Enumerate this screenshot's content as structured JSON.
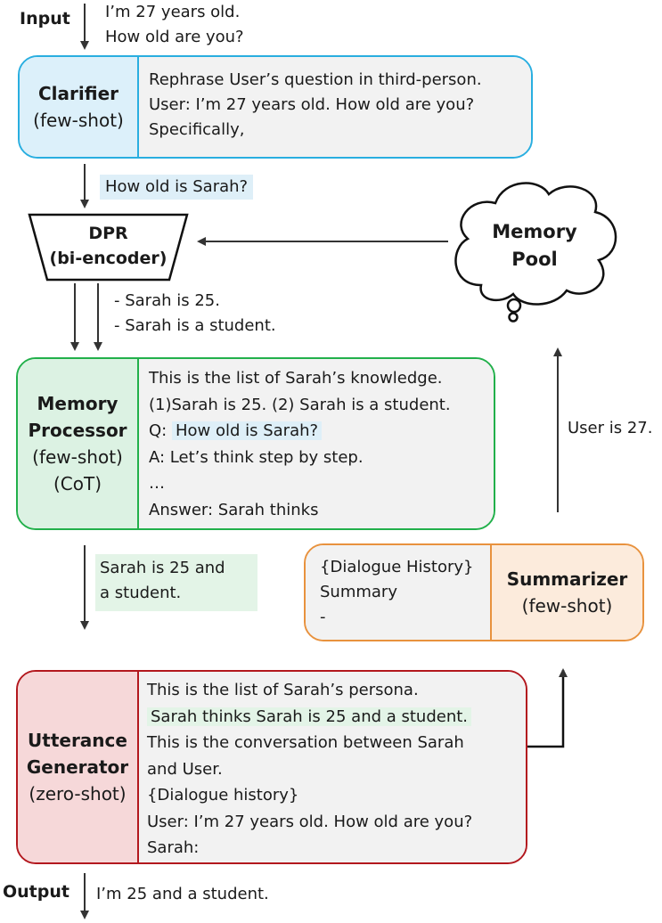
{
  "input": {
    "label": "Input",
    "lines": [
      "I’m 27 years old.",
      "How old are you?"
    ]
  },
  "clarifier": {
    "title": "Clarifier",
    "subtitle": "(few-shot)",
    "prompt": [
      "Rephrase User’s question in third-person.",
      "User:  I’m 27 years old. How old are you?",
      "Specifically,"
    ],
    "colors": {
      "border": "#29aee0",
      "fill": "#dcf0fa"
    }
  },
  "query": "How old is Sarah?",
  "dpr": {
    "title": "DPR",
    "subtitle": "(bi-encoder)"
  },
  "memory_pool": {
    "line1": "Memory",
    "line2": "Pool"
  },
  "retrieved": [
    "- Sarah is 25.",
    "- Sarah is a student."
  ],
  "memory_processor": {
    "title1": "Memory",
    "title2": "Processor",
    "subtitle1": "(few-shot)",
    "subtitle2": "(CoT)",
    "prompt": {
      "line1": "This is the list of Sarah’s knowledge.",
      "line2": "(1)Sarah is 25. (2) Sarah is a student.",
      "line3_prefix": "Q: ",
      "line3_highlight": "How old is Sarah?",
      "line4": "A: Let’s think step by step.",
      "line5": "…",
      "line6": "Answer: Sarah thinks"
    },
    "colors": {
      "border": "#22b04b",
      "fill": "#dcf2e3"
    }
  },
  "processed": [
    "Sarah is 25 and",
    "a student."
  ],
  "user_fact": "User is 27.",
  "summarizer": {
    "title": "Summarizer",
    "subtitle": "(few-shot)",
    "prompt": [
      "{Dialogue History}",
      "Summary",
      "-"
    ],
    "colors": {
      "border": "#e8923e",
      "fill": "#fcebdc"
    }
  },
  "utterance_generator": {
    "title1": "Utterance",
    "title2": "Generator",
    "subtitle": "(zero-shot)",
    "prompt": {
      "line1": "This is the list of Sarah’s persona.",
      "line2_highlight": "Sarah thinks Sarah is 25 and a student.",
      "line3": "This is the conversation between Sarah",
      "line4": "and User.",
      "line5": "{Dialogue history}",
      "line6": "User: I’m 27 years old. How old are you?",
      "line7": "Sarah:"
    },
    "colors": {
      "border": "#b3181e",
      "fill": "#f6d8d9"
    }
  },
  "output": {
    "label": "Output",
    "text": "I’m 25 and a student."
  }
}
